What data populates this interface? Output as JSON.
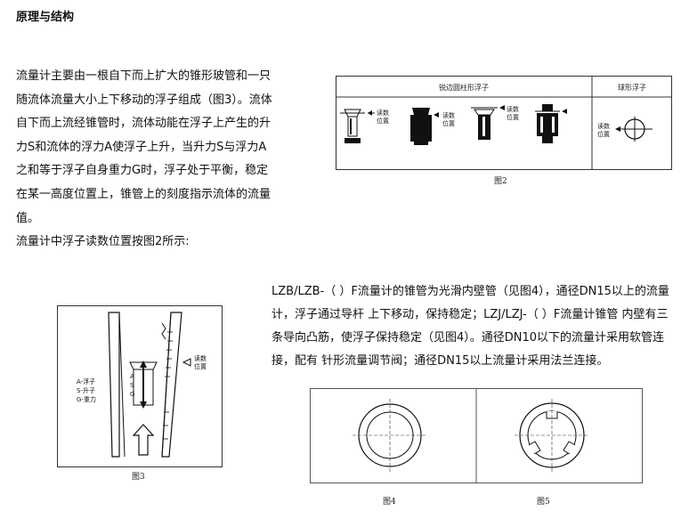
{
  "title": "原理与结构",
  "intro": [
    "流量计主要由一根自下而上扩大的锥形玻管和一只随流体流量大小上下移动的浮子组成（图3）。流体自下而上流经锥管时，流体动能在浮子上产生的升力S和流体的浮力A使浮子上升，当升力S与浮力A之和等于浮子自身重力G时，浮子处于平衡，稳定在某一高度位置上，锥管上的刻度指示流体的流量值。",
    "流量计中浮子读数位置按图2所示:"
  ],
  "right_text": "LZB/LZB-（ ）F流量计的锥管为光滑内壁管（见图4），通径DN15以上的流量计，浮子通过导杆 上下移动，保持稳定；LZJ/LZJ-（ ）F流量计锥管 内壁有三条导向凸筋，使浮子保持稳定（见图4）。通径DN10以下的流量计采用软管连接，配有 针形流量调节阀；通径DN15以上流量计采用法兰连接。",
  "fig2": {
    "header_left": "锐边圆柱形浮子",
    "header_right": "球形浮子",
    "reading_label_line1": "读数",
    "reading_label_line2": "位置",
    "caption": "图2"
  },
  "fig3": {
    "legend": [
      "A-浮子",
      "S-升子",
      "G-重力"
    ],
    "reading_label_line1": "读数",
    "reading_label_line2": "位置",
    "float_letters": [
      "A",
      "S",
      "G"
    ],
    "caption": "图3"
  },
  "fig45": {
    "caption4": "图4",
    "caption5": "图5"
  }
}
